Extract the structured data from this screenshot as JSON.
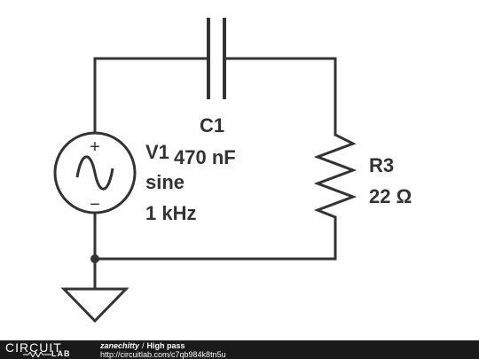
{
  "components": {
    "capacitor": {
      "ref": "C1",
      "value": "470 nF"
    },
    "source": {
      "ref": "V1",
      "type": "sine",
      "freq": "1 kHz",
      "plus": "+",
      "minus": "−"
    },
    "resistor": {
      "ref": "R3",
      "value": "22 Ω"
    }
  },
  "footer": {
    "logo_word": "CIRCUIT",
    "logo_lab": "LAB",
    "author": "zanechitty",
    "separator": "/",
    "title": "High pass",
    "url": "http://circuitlab.com/c7qb984k8tn5u"
  },
  "colors": {
    "wire": "#333333",
    "footer_bg": "#1a1a1a",
    "footer_text": "#ffffff"
  }
}
